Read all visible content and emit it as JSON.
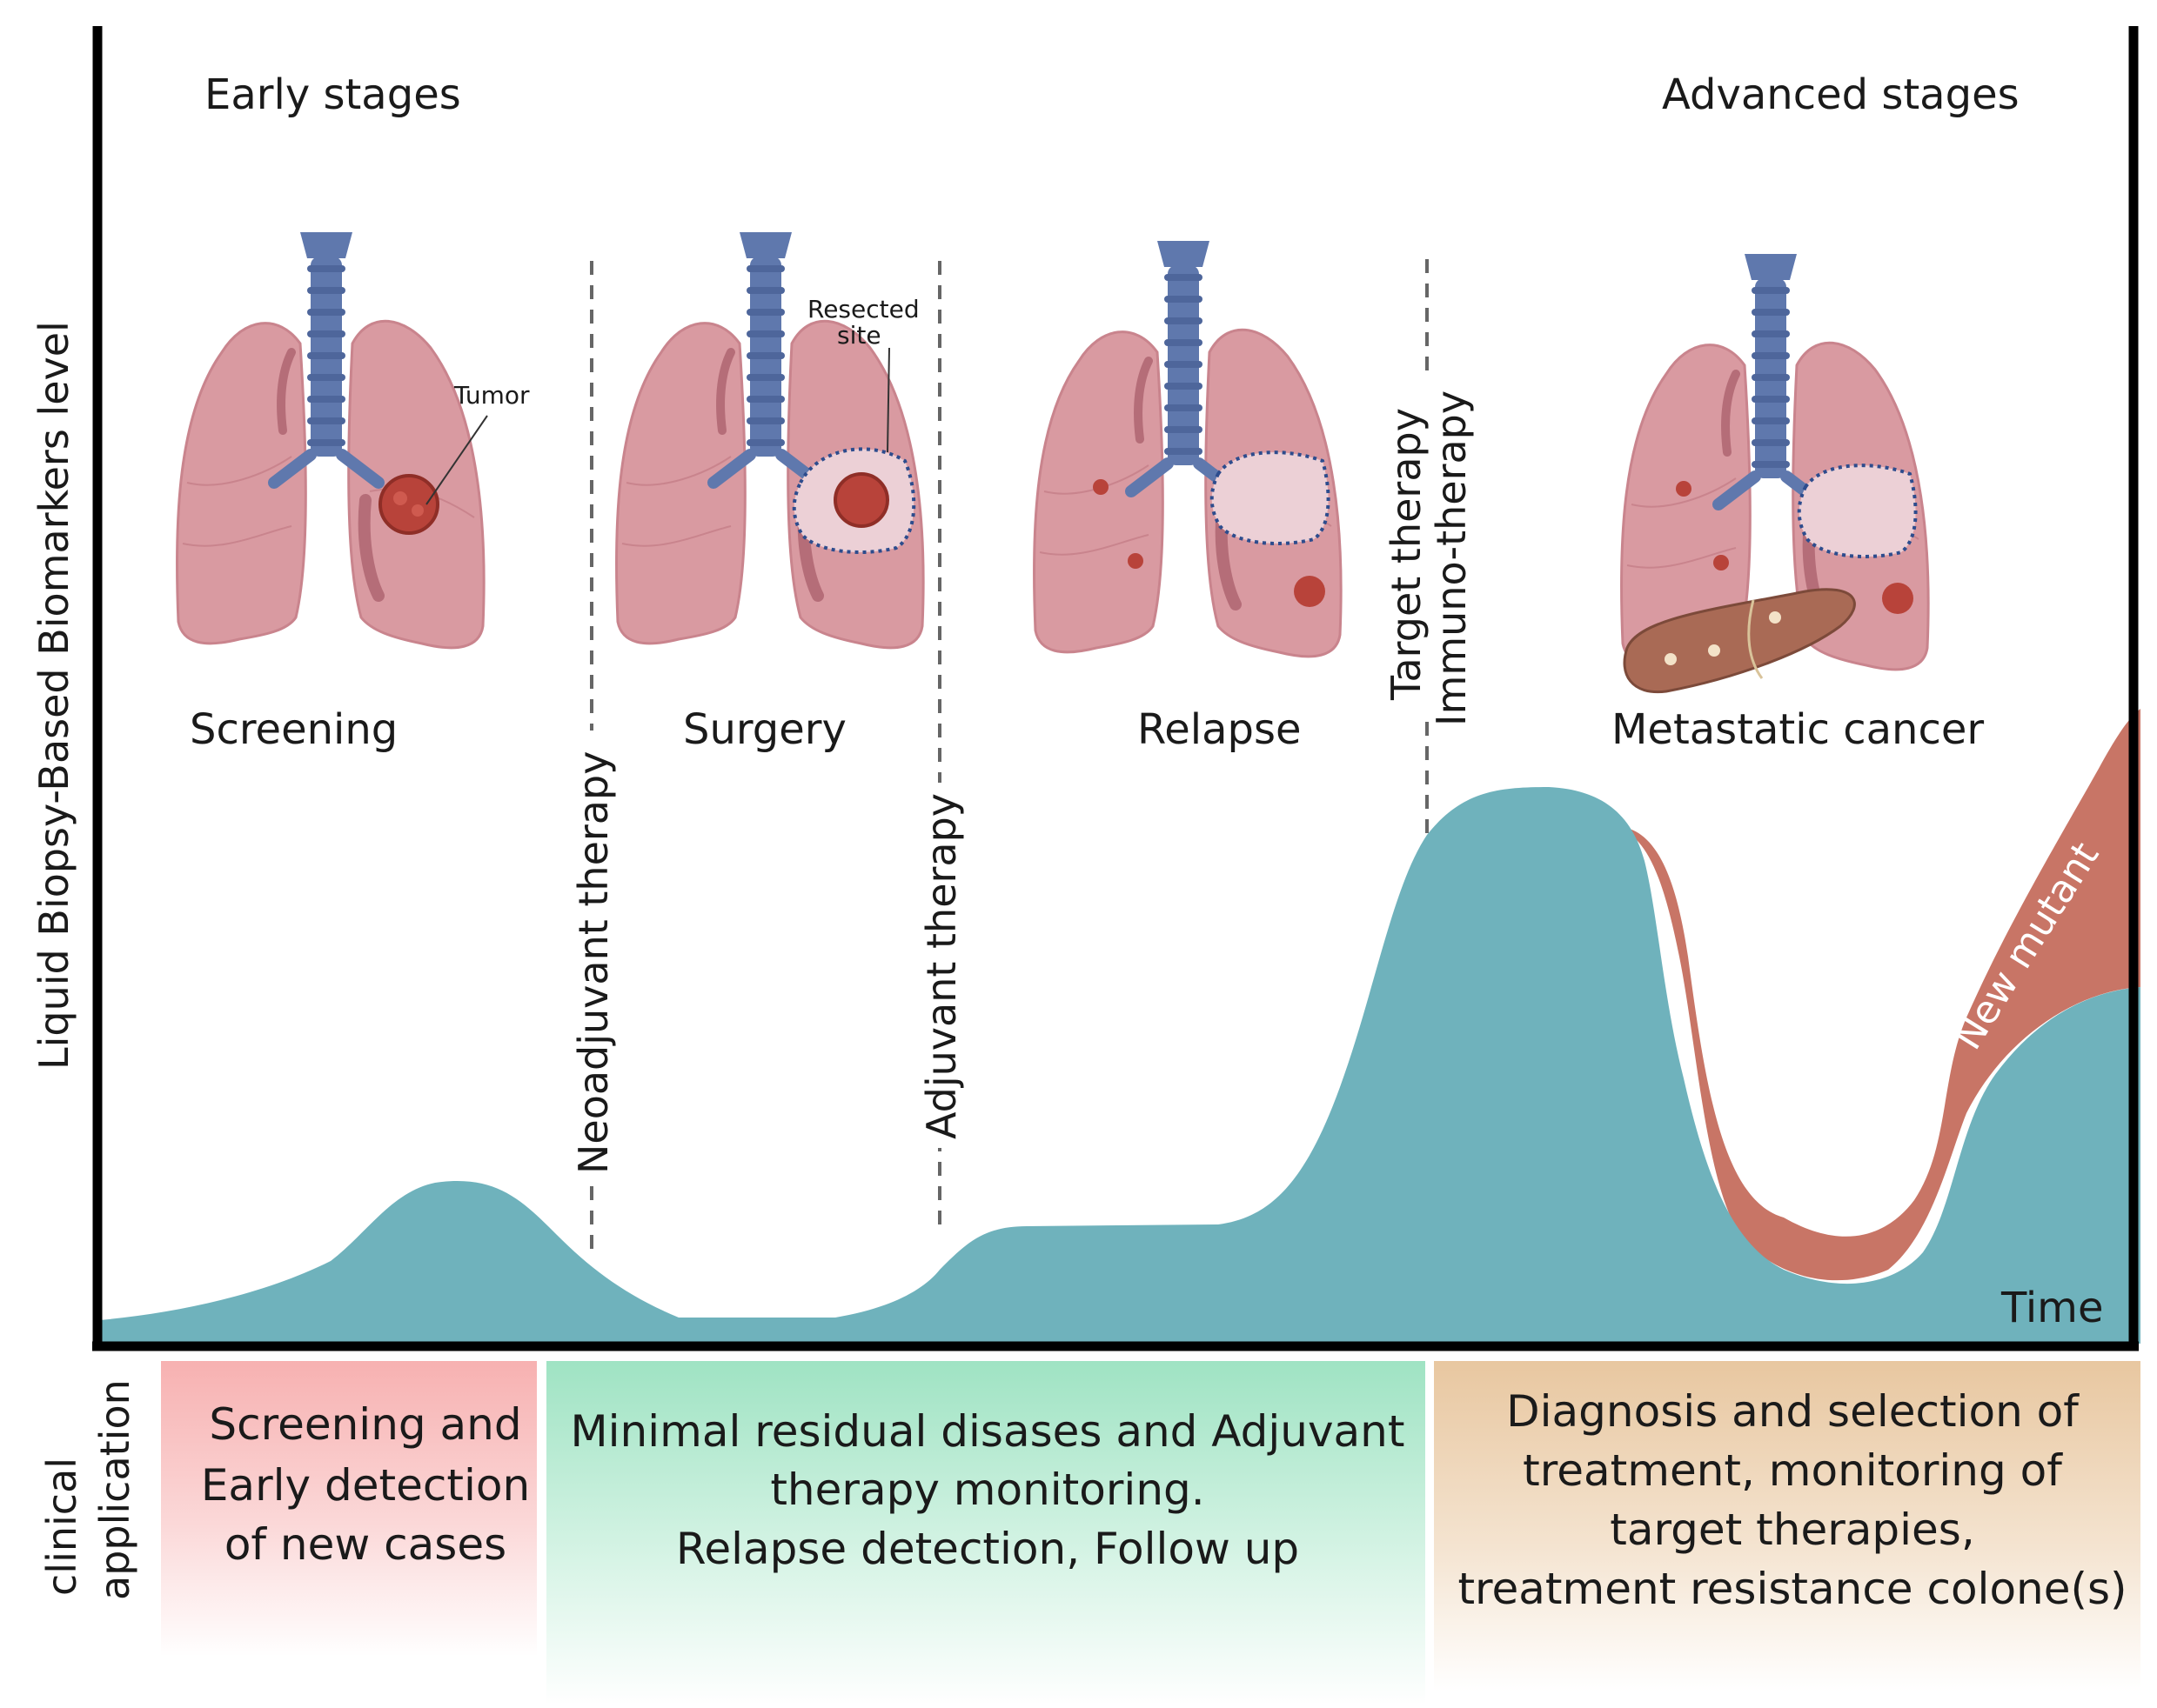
{
  "header": {
    "early_label": "Early stages",
    "advanced_label": "Advanced stages"
  },
  "axis": {
    "y_label": "Liquid Biopsy-Based Biomarkers level",
    "x_label": "Time"
  },
  "stages": {
    "screening": "Screening",
    "surgery": "Surgery",
    "relapse": "Relapse",
    "metastatic": "Metastatic cancer"
  },
  "annotations": {
    "tumor": "Tumor",
    "resected_line1": "Resected",
    "resected_line2": "site",
    "new_mutant": "New mutant"
  },
  "therapies": {
    "neoadjuvant": "Neoadjuvant therapy",
    "adjuvant": "Adjuvant therapy",
    "target": "Target therapy",
    "immuno": "Immuno-therapy"
  },
  "clinical": {
    "side_line1": "clinical",
    "side_line2": "application",
    "box1": [
      "Screening and",
      "Early detection",
      "of new cases"
    ],
    "box2": [
      "Minimal residual disases and Adjuvant",
      "therapy monitoring.",
      "Relapse detection, Follow up"
    ],
    "box3": [
      "Diagnosis and selection of",
      "treatment, monitoring of",
      "target therapies,",
      "treatment resistance colone(s)"
    ]
  },
  "colors": {
    "teal": "#6fb2bc",
    "mutant": "#c87566",
    "lung": "#d99aa1",
    "lung_dark": "#b56d78",
    "trachea": "#5f78ad",
    "tumor": "#b8433a",
    "liver": "#a96a55",
    "box1": "#f7b3b3",
    "box2": "#9fe3c2",
    "box3": "#e8c89f"
  }
}
